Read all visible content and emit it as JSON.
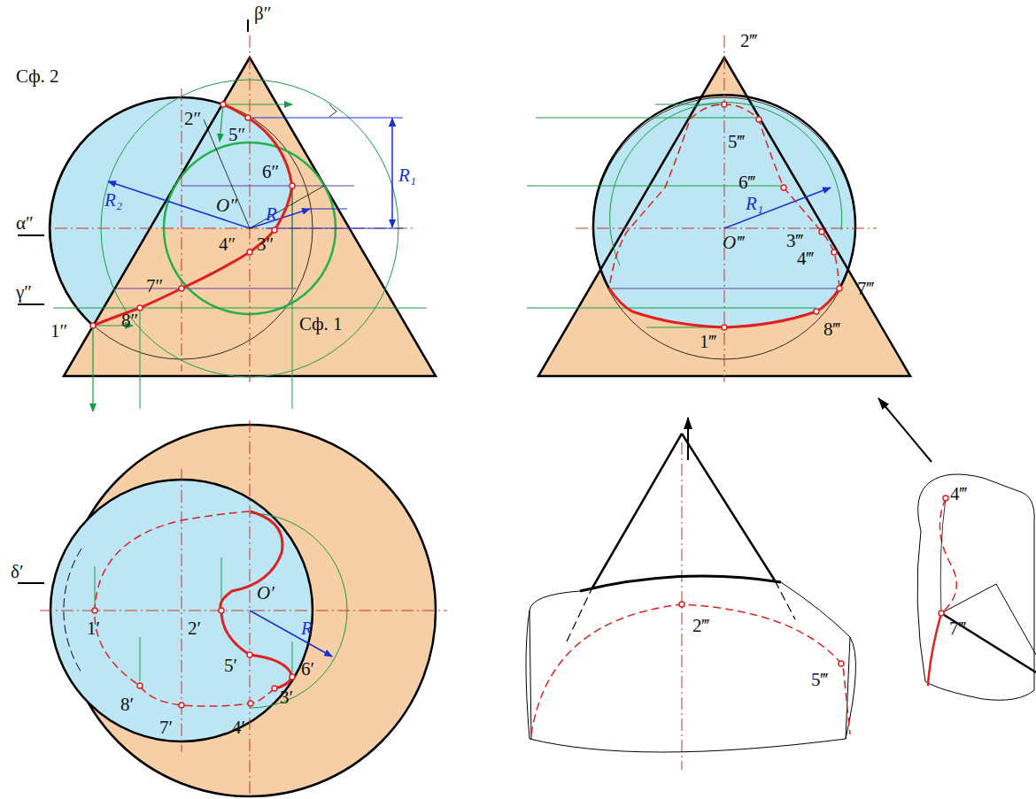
{
  "diagram": {
    "labels": [
      "β″",
      "Сф. 2",
      "2″",
      "5″",
      "R₁",
      "6″",
      "R₂",
      "O″",
      "R",
      "α″",
      "4″",
      "3″",
      "γ″",
      "7″",
      "8″",
      "1″",
      "Сф. 1",
      "2‴",
      "5‴",
      "6‴",
      "R₁",
      "O‴",
      "3‴",
      "4‴",
      "7‴",
      "8‴",
      "1‴",
      "δ′",
      "1′",
      "2′",
      "O′",
      "R",
      "5′",
      "6′",
      "8′",
      "7′",
      "4′",
      "3′",
      "2‴",
      "5‴",
      "4‴",
      "7‴"
    ]
  }
}
